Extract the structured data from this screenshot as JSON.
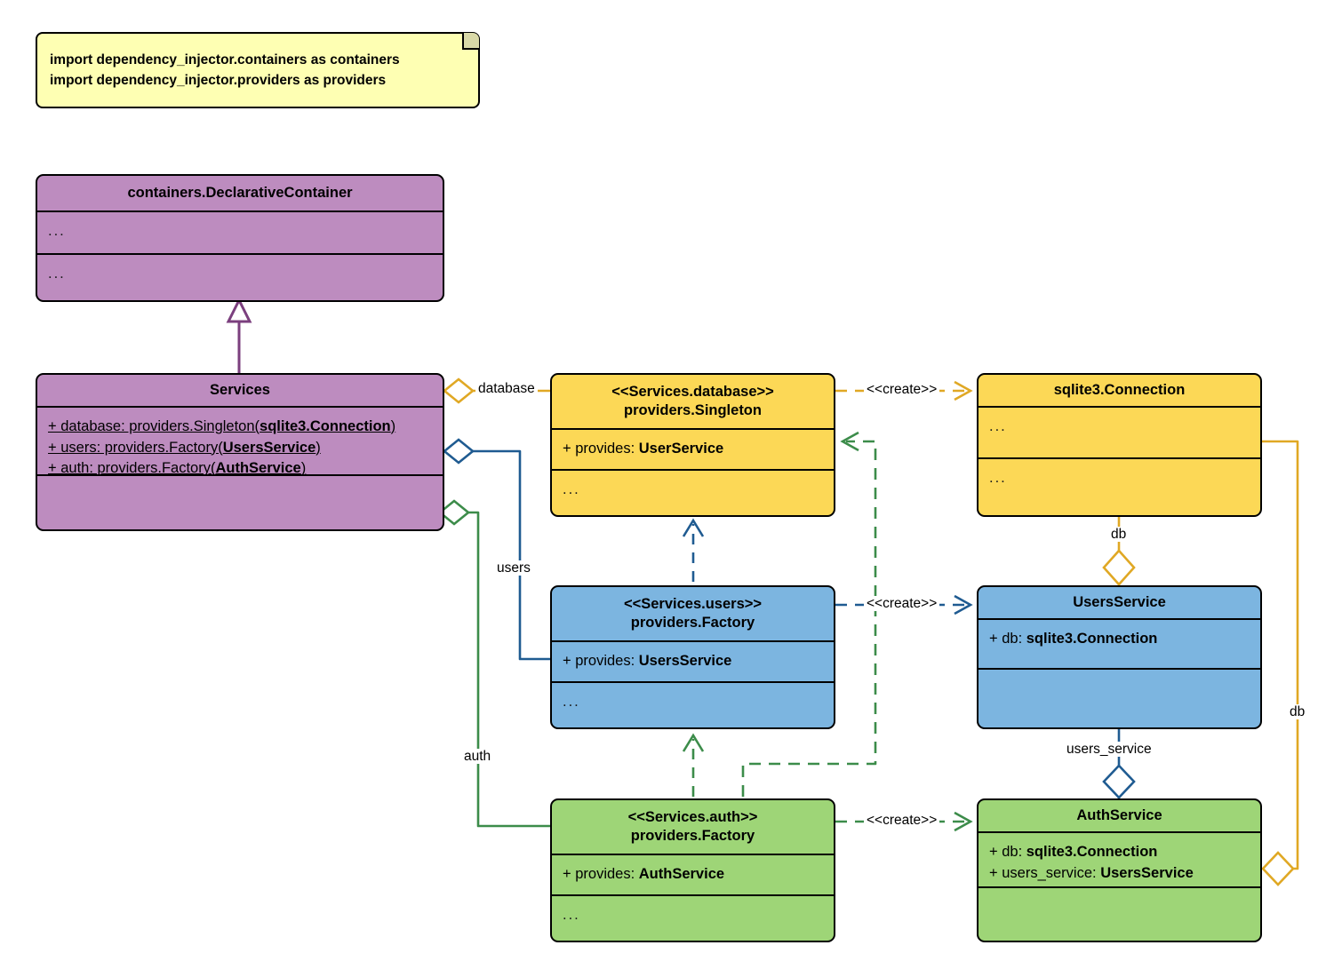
{
  "diagram": {
    "type": "uml-class-diagram",
    "title": "dependency_injector Services container diagram",
    "colors": {
      "purple": "#bd8cbf",
      "yellow": "#fcd856",
      "blue": "#7cb5e0",
      "green": "#9ed577",
      "note": "#feffb3",
      "edge_orange": "#e0a824",
      "edge_blue": "#1f5b91",
      "edge_green": "#3c8c4a",
      "edge_purple": "#7b3f7e",
      "outline": "#000000"
    }
  },
  "note": {
    "name": "import-note",
    "lines": [
      "import dependency_injector.containers as containers",
      "import dependency_injector.providers as providers"
    ]
  },
  "classes": [
    {
      "id": "declarative-container",
      "title": "containers.DeclarativeContainer",
      "stereotype": "",
      "fill": "purple",
      "attributes": [],
      "attributes_placeholder": "...",
      "operations_placeholder": "..."
    },
    {
      "id": "services",
      "title": "Services",
      "stereotype": "",
      "fill": "purple",
      "attributes": [
        "+ database: providers.Singleton(sqlite3.Connection)",
        "+ users: providers.Factory(UsersService)",
        "+ auth: providers.Factory(AuthService)"
      ],
      "attributes_placeholder": "",
      "operations_placeholder": ""
    },
    {
      "id": "services-database",
      "title": "providers.Singleton",
      "stereotype": "<<Services.database>>",
      "fill": "yellow",
      "attributes": [
        "+ provides: UserService"
      ],
      "attributes_placeholder": "",
      "operations_placeholder": "..."
    },
    {
      "id": "sqlite3-connection",
      "title": "sqlite3.Connection",
      "stereotype": "",
      "fill": "yellow",
      "attributes": [],
      "attributes_placeholder": "...",
      "operations_placeholder": "..."
    },
    {
      "id": "services-users",
      "title": "providers.Factory",
      "stereotype": "<<Services.users>>",
      "fill": "blue",
      "attributes": [
        "+ provides: UsersService"
      ],
      "attributes_placeholder": "",
      "operations_placeholder": "..."
    },
    {
      "id": "users-service",
      "title": "UsersService",
      "stereotype": "",
      "fill": "blue",
      "attributes": [
        "+ db: sqlite3.Connection"
      ],
      "attributes_placeholder": "",
      "operations_placeholder": ""
    },
    {
      "id": "services-auth",
      "title": "providers.Factory",
      "stereotype": "<<Services.auth>>",
      "fill": "green",
      "attributes": [
        "+ provides: AuthService"
      ],
      "attributes_placeholder": "",
      "operations_placeholder": "..."
    },
    {
      "id": "auth-service",
      "title": "AuthService",
      "stereotype": "",
      "fill": "green",
      "attributes": [
        "+ db: sqlite3.Connection",
        "+ users_service: UsersService"
      ],
      "attributes_placeholder": "",
      "operations_placeholder": ""
    }
  ],
  "edges": [
    {
      "id": "generalization-services",
      "label": "",
      "kind": "generalization",
      "from": "services",
      "to": "declarative-container"
    },
    {
      "id": "aggregation-database",
      "label": "database",
      "kind": "aggregation",
      "from": "services",
      "to": "services-database"
    },
    {
      "id": "aggregation-users",
      "label": "users",
      "kind": "aggregation",
      "from": "services",
      "to": "services-users"
    },
    {
      "id": "aggregation-auth",
      "label": "auth",
      "kind": "aggregation",
      "from": "services",
      "to": "services-auth"
    },
    {
      "id": "create-database",
      "label": "<<create>>",
      "kind": "dependency",
      "from": "services-database",
      "to": "sqlite3-connection"
    },
    {
      "id": "create-users",
      "label": "<<create>>",
      "kind": "dependency",
      "from": "services-users",
      "to": "users-service"
    },
    {
      "id": "create-auth",
      "label": "<<create>>",
      "kind": "dependency",
      "from": "services-auth",
      "to": "auth-service"
    },
    {
      "id": "dep-users-database",
      "label": "",
      "kind": "dependency",
      "from": "services-users",
      "to": "services-database"
    },
    {
      "id": "dep-auth-users",
      "label": "",
      "kind": "dependency",
      "from": "services-auth",
      "to": "services-users"
    },
    {
      "id": "dep-auth-database",
      "label": "",
      "kind": "dependency",
      "from": "services-auth",
      "to": "services-database"
    },
    {
      "id": "assoc-db-users",
      "label": "db",
      "kind": "aggregation",
      "from": "sqlite3-connection",
      "to": "users-service"
    },
    {
      "id": "assoc-db-auth",
      "label": "db",
      "kind": "aggregation",
      "from": "sqlite3-connection",
      "to": "auth-service"
    },
    {
      "id": "assoc-usersservice-auth",
      "label": "users_service",
      "kind": "aggregation",
      "from": "users-service",
      "to": "auth-service"
    }
  ]
}
